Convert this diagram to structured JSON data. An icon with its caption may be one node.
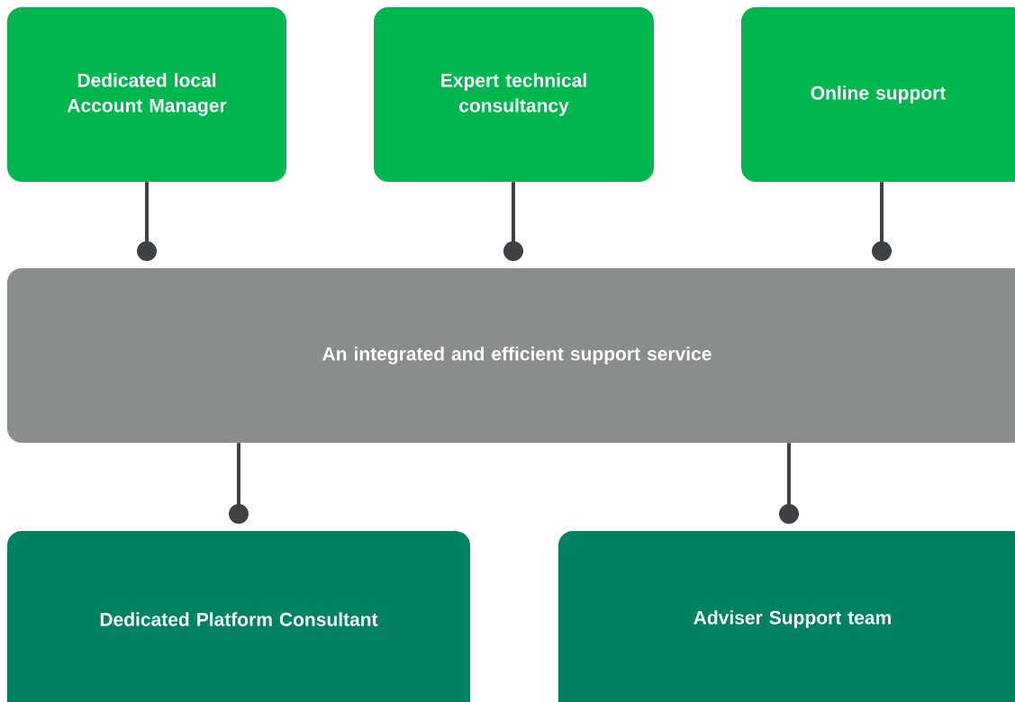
{
  "diagram": {
    "nodes": [
      {
        "text": [
          "Dedicated local Account Manager"
        ]
      },
      {
        "text": [
          "Expert technical consultancy"
        ]
      },
      {
        "text": [
          "Online support"
        ]
      },
      {
        "text": [
          "An integrated and efficient support service"
        ]
      },
      {
        "text": [
          "Dedicated Platform Consultant"
        ]
      },
      {
        "text": [
          "Adviser Support team"
        ]
      }
    ],
    "edges": [
      {
        "from": 0,
        "to": 3,
        "arrow": "other"
      },
      {
        "from": 1,
        "to": 3,
        "arrow": "other"
      },
      {
        "from": 2,
        "to": 3,
        "arrow": "other"
      },
      {
        "from": 3,
        "to": 4,
        "arrow": "other"
      },
      {
        "from": 3,
        "to": 5,
        "arrow": "other"
      }
    ]
  }
}
